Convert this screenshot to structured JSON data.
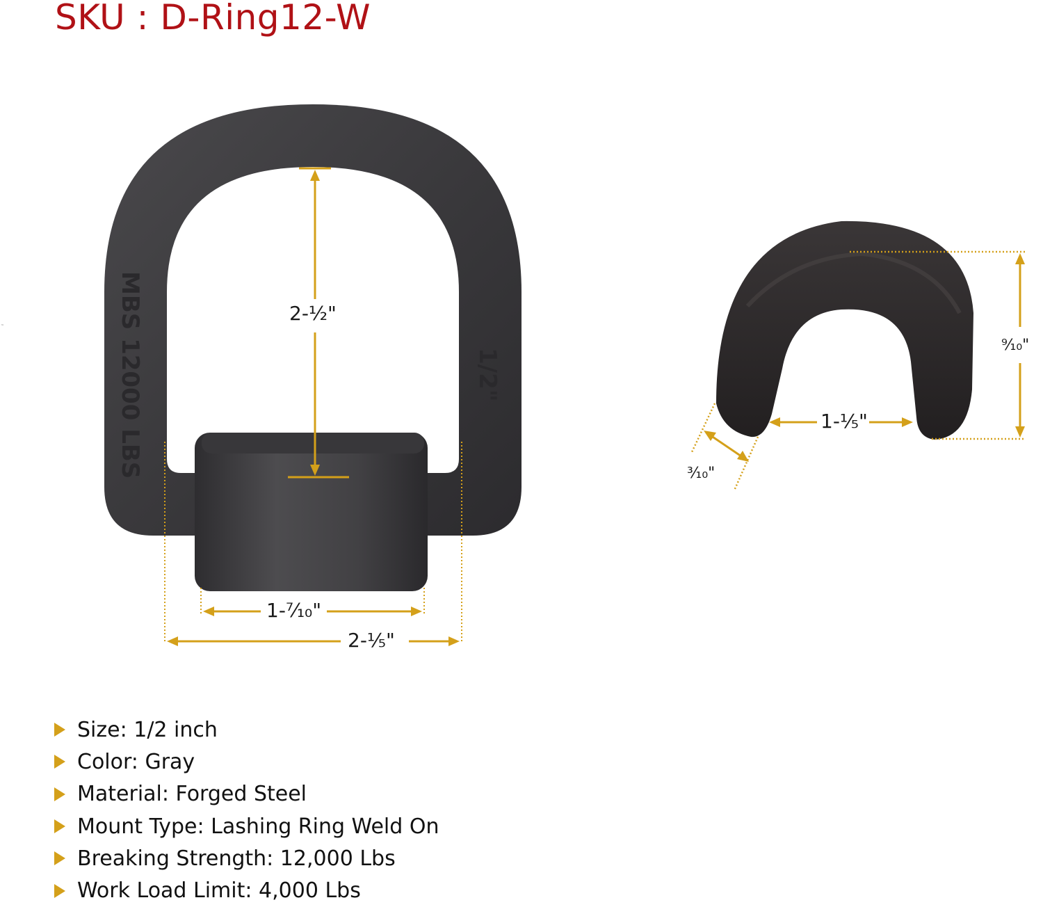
{
  "header": {
    "sku_label": "SKU : D-Ring12-W"
  },
  "d_ring_view": {
    "embossed_left": "MBS 12000 LBS",
    "embossed_right": "1/2\"",
    "dimensions": {
      "inner_height": "2-½\"",
      "clip_width": "1-⁷⁄₁₀\"",
      "overall_width": "2-⅕\""
    }
  },
  "clip_view": {
    "dimensions": {
      "height": "⁹⁄₁₀\"",
      "inner_width": "1-⅕\"",
      "thickness": "³⁄₁₀\""
    }
  },
  "specs": [
    {
      "label": "Size: 1/2 inch"
    },
    {
      "label": "Color: Gray"
    },
    {
      "label": "Material: Forged Steel"
    },
    {
      "label": "Mount Type: Lashing Ring Weld On"
    },
    {
      "label": "Breaking Strength: 12,000 Lbs"
    },
    {
      "label": "Work Load Limit: 4,000 Lbs"
    }
  ],
  "colors": {
    "sku": "#b01116",
    "accent": "#d4a01a",
    "metal": "#3a393b"
  }
}
